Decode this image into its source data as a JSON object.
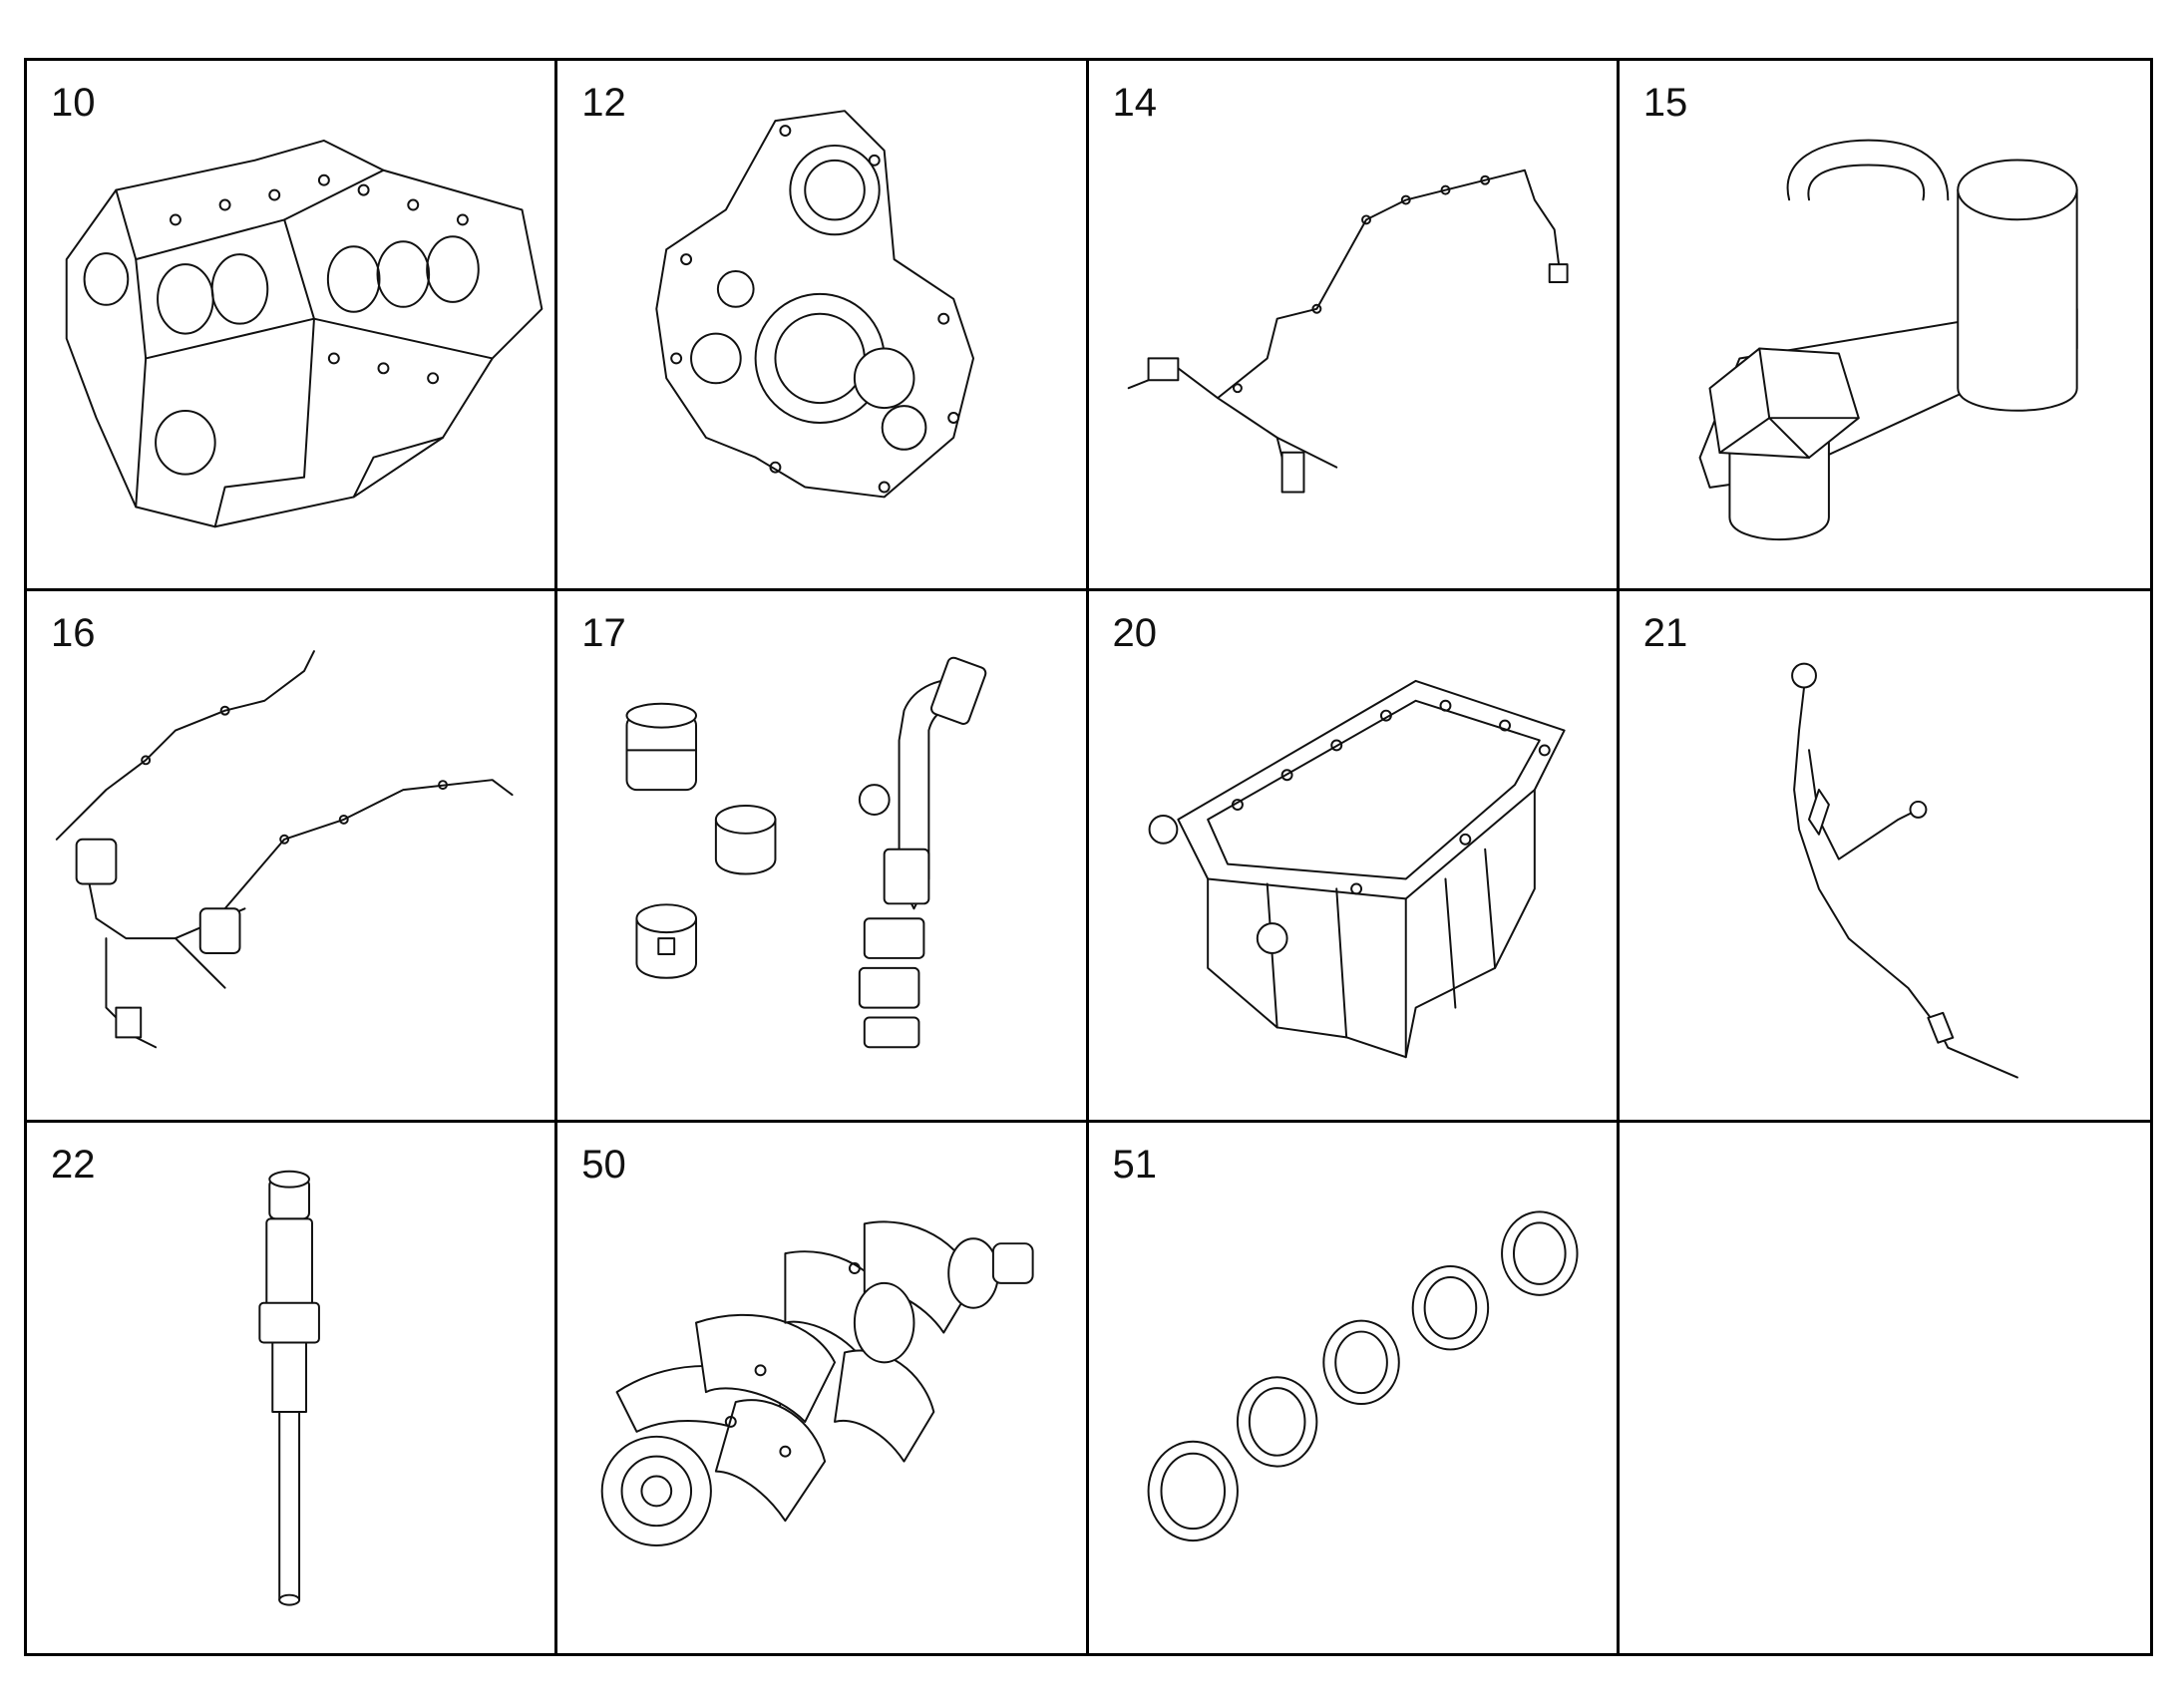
{
  "parts": [
    {
      "number": "10",
      "icon": "engine-block-icon"
    },
    {
      "number": "12",
      "icon": "timing-cover-icon"
    },
    {
      "number": "14",
      "icon": "wiring-harness-icon"
    },
    {
      "number": "15",
      "icon": "oil-filter-housing-icon"
    },
    {
      "number": "16",
      "icon": "fuel-line-harness-icon"
    },
    {
      "number": "17",
      "icon": "plugs-and-pipe-icon"
    },
    {
      "number": "20",
      "icon": "oil-pan-icon"
    },
    {
      "number": "21",
      "icon": "dipstick-icon"
    },
    {
      "number": "22",
      "icon": "glow-plug-icon"
    },
    {
      "number": "50",
      "icon": "crankshaft-icon"
    },
    {
      "number": "51",
      "icon": "bearing-shells-icon"
    },
    {
      "number": "",
      "icon": ""
    }
  ]
}
